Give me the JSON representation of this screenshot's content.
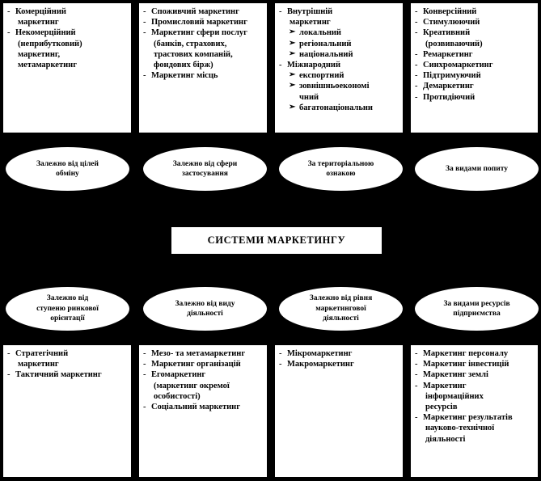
{
  "diagram": {
    "title": "СИСТЕМИ  МАРКЕТИНГУ",
    "top_boxes": [
      {
        "name": "commercial-marketing-box",
        "items": [
          {
            "marker": "-",
            "text": "Комерційний"
          },
          {
            "marker": "",
            "text": "маркетинг"
          },
          {
            "marker": "-",
            "text": "Некомерційний"
          },
          {
            "marker": "",
            "text": "(неприбутковий)"
          },
          {
            "marker": "",
            "text": "маркетинг,"
          },
          {
            "marker": "",
            "text": "метамаркетинг"
          }
        ]
      },
      {
        "name": "application-sphere-box",
        "items": [
          {
            "marker": "-",
            "text": "Споживчий маркетинг"
          },
          {
            "marker": "-",
            "text": "Промисловий маркетинг"
          },
          {
            "marker": "-",
            "text": "Маркетинг  сфери послуг"
          },
          {
            "marker": "",
            "text": "(банків, страхових,"
          },
          {
            "marker": "",
            "text": "трастових компаній,"
          },
          {
            "marker": "",
            "text": "фондових бірж)"
          },
          {
            "marker": "-",
            "text": "Маркетинг місць"
          }
        ]
      },
      {
        "name": "territorial-box",
        "items": [
          {
            "marker": "-",
            "text": "Внутрішній"
          },
          {
            "marker": "",
            "text": "маркетинг"
          },
          {
            "marker": "sub",
            "text": "локальний"
          },
          {
            "marker": "sub",
            "text": "регіональний"
          },
          {
            "marker": "sub",
            "text": "національний"
          },
          {
            "marker": "-",
            "text": "Міжнародний"
          },
          {
            "marker": "sub",
            "text": "експортний"
          },
          {
            "marker": "sub",
            "text": "зовнішньоекономі"
          },
          {
            "marker": "subcont",
            "text": "чний"
          },
          {
            "marker": "sub",
            "text": "багатонаціональни"
          }
        ]
      },
      {
        "name": "demand-types-box",
        "items": [
          {
            "marker": "-",
            "text": "Конверсійний"
          },
          {
            "marker": "-",
            "text": "Стимулюючий"
          },
          {
            "marker": "-",
            "text": "Креативний"
          },
          {
            "marker": "",
            "text": "(розвиваючий)"
          },
          {
            "marker": "-",
            "text": "Ремаркетинг"
          },
          {
            "marker": "-",
            "text": "Синхромаркетинг"
          },
          {
            "marker": "-",
            "text": "Підтримуючий"
          },
          {
            "marker": "-",
            "text": "Демаркетинг"
          },
          {
            "marker": "-",
            "text": "Протидіючий"
          }
        ]
      }
    ],
    "top_ellipses": [
      {
        "name": "ellipse-exchange-goals",
        "lines": [
          "Залежно від цілей",
          "обміну"
        ]
      },
      {
        "name": "ellipse-application-sphere",
        "lines": [
          "Залежно від сфери",
          "застосування"
        ]
      },
      {
        "name": "ellipse-territorial",
        "lines": [
          "За територіальною",
          "ознакою"
        ]
      },
      {
        "name": "ellipse-demand-types",
        "lines": [
          "За видами попиту"
        ]
      }
    ],
    "bottom_ellipses": [
      {
        "name": "ellipse-market-orientation",
        "lines": [
          "Залежно від",
          "ступеню ринкової",
          "орієнтації"
        ]
      },
      {
        "name": "ellipse-activity-type",
        "lines": [
          "Залежно від виду",
          "діяльності"
        ]
      },
      {
        "name": "ellipse-marketing-level",
        "lines": [
          "Залежно від рівня",
          "маркетингової",
          "діяльності"
        ]
      },
      {
        "name": "ellipse-enterprise-resources",
        "lines": [
          "За видами ресурсів",
          "підприємства"
        ]
      }
    ],
    "bottom_boxes": [
      {
        "name": "market-orientation-box",
        "items": [
          {
            "marker": "-",
            "text": "Стратегічний"
          },
          {
            "marker": "",
            "text": "маркетинг"
          },
          {
            "marker": "-",
            "text": "Тактичний маркетинг"
          }
        ]
      },
      {
        "name": "activity-type-box",
        "items": [
          {
            "marker": "-",
            "text": "Мезо- та метамаркетинг"
          },
          {
            "marker": "-",
            "text": "Маркетинг організацій"
          },
          {
            "marker": "-",
            "text": "Егомаркетинг"
          },
          {
            "marker": "",
            "text": "(маркетинг  окремої"
          },
          {
            "marker": "",
            "text": "особистості)"
          },
          {
            "marker": "-",
            "text": "Соціальний маркетинг"
          }
        ]
      },
      {
        "name": "marketing-level-box",
        "items": [
          {
            "marker": "-",
            "text": "Мікромаркетинг"
          },
          {
            "marker": "-",
            "text": "Макромаркетинг"
          }
        ]
      },
      {
        "name": "enterprise-resources-box",
        "items": [
          {
            "marker": "-",
            "text": "Маркетинг персоналу"
          },
          {
            "marker": "-",
            "text": "Маркетинг інвестицій"
          },
          {
            "marker": "-",
            "text": "Маркетинг землі"
          },
          {
            "marker": "-",
            "text": "Маркетинг"
          },
          {
            "marker": "",
            "text": "інформаційних"
          },
          {
            "marker": "",
            "text": "ресурсів"
          },
          {
            "marker": "-",
            "text": "Маркетинг  результатів"
          },
          {
            "marker": "",
            "text": "науково-технічної"
          },
          {
            "marker": "",
            "text": "діяльності"
          }
        ]
      }
    ],
    "icons": {
      "dash": "-",
      "arrow": "➢"
    },
    "colors": {
      "background": "#000000",
      "shape_fill": "#ffffff",
      "text": "#000000",
      "border": "#000000"
    }
  }
}
